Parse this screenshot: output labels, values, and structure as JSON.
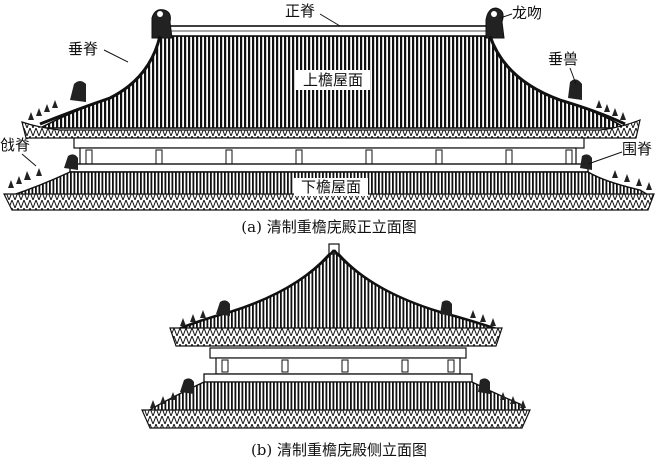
{
  "figure_a": {
    "caption": "(a) 清制重檐庑殿正立面图",
    "labels": {
      "zhengji": "正脊",
      "longwen": "龙吻",
      "chuiji": "垂脊",
      "chuishou": "垂兽",
      "upper_roof": "上檐屋面",
      "qiangji": "戗脊",
      "weiji": "围脊",
      "lower_roof": "下檐屋面"
    }
  },
  "figure_b": {
    "caption": "(b) 清制重檐庑殿侧立面图"
  },
  "colors": {
    "line": "#111111",
    "background": "#ffffff"
  }
}
